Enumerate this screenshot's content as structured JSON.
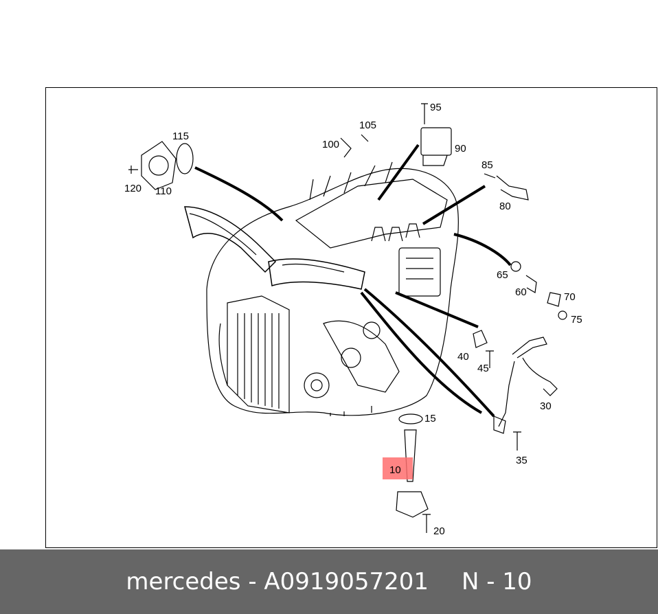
{
  "diagram": {
    "part_labels": [
      "95",
      "105",
      "100",
      "90",
      "115",
      "120",
      "110",
      "85",
      "80",
      "65",
      "60",
      "70",
      "75",
      "40",
      "45",
      "30",
      "15",
      "35",
      "10",
      "20"
    ],
    "highlight_color": "#ff6f6f"
  },
  "footer": {
    "brand": "mercedes",
    "part_number": "A0919057201",
    "position": "N - 10",
    "background": "#666666"
  }
}
